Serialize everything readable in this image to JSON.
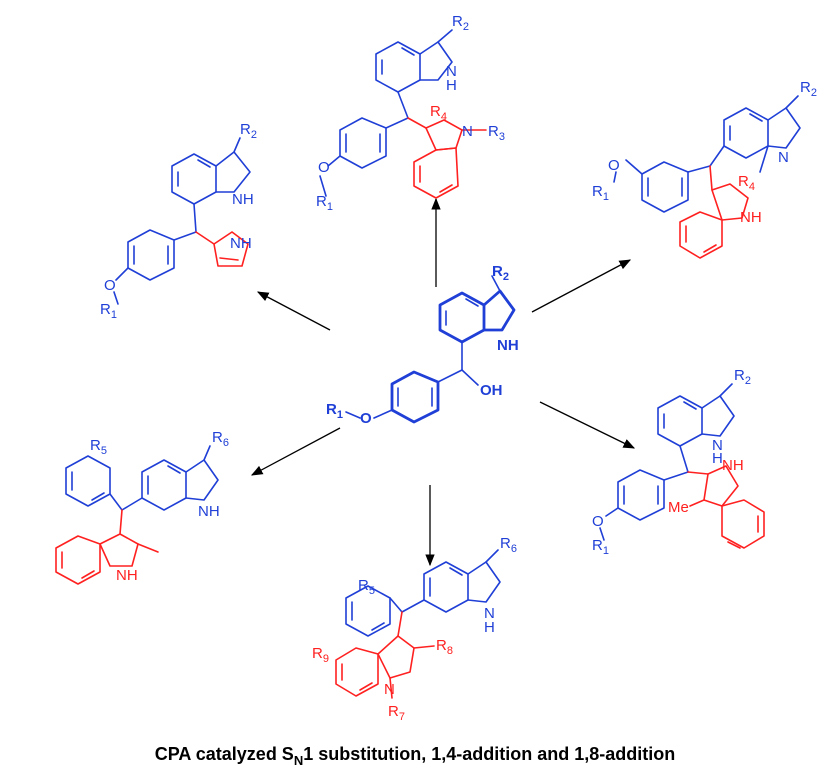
{
  "colors": {
    "reagent": "#1f3fd6",
    "added_nucleophile": "#ff2020",
    "arrow": "#000000"
  },
  "labels": {
    "R1": "R",
    "R1_sub": "1",
    "R2": "R",
    "R2_sub": "2",
    "R3": "R",
    "R3_sub": "3",
    "R4": "R",
    "R4_sub": "4",
    "R5": "R",
    "R5_sub": "5",
    "R6": "R",
    "R6_sub": "6",
    "R7": "R",
    "R7_sub": "7",
    "R8": "R",
    "R8_sub": "8",
    "R9": "R",
    "R9_sub": "9",
    "O": "O",
    "OH": "OH",
    "NH": "NH",
    "N": "N",
    "H": "H",
    "Me": "Me"
  },
  "caption": {
    "prefix": "CPA catalyzed S",
    "sub": "N",
    "suffix": "1 substitution, 1,4-addition and 1,8-addition"
  }
}
